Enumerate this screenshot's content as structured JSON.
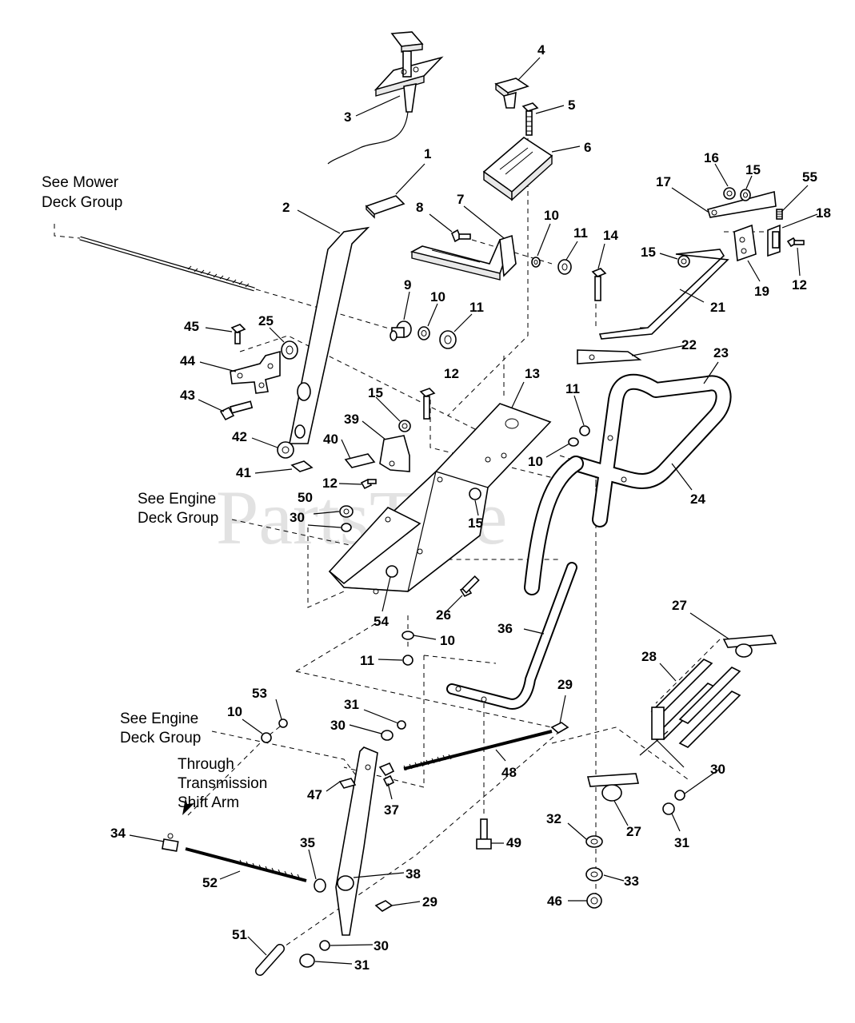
{
  "watermark": "PartsTree",
  "notes": {
    "mower_deck_1": "See Mower",
    "mower_deck_2": "Deck Group",
    "engine_deck_a1": "See Engine",
    "engine_deck_a2": "Deck Group",
    "engine_deck_b1": "See Engine",
    "engine_deck_b2": "Deck Group",
    "trans_1": "Through",
    "trans_2": "Transmission",
    "trans_3": "Shift Arm"
  },
  "labels": [
    {
      "id": "l1",
      "text": "1"
    },
    {
      "id": "l2",
      "text": "2"
    },
    {
      "id": "l3",
      "text": "3"
    },
    {
      "id": "l4",
      "text": "4"
    },
    {
      "id": "l5",
      "text": "5"
    },
    {
      "id": "l6",
      "text": "6"
    },
    {
      "id": "l7",
      "text": "7"
    },
    {
      "id": "l8",
      "text": "8"
    },
    {
      "id": "l9",
      "text": "9"
    },
    {
      "id": "l10a",
      "text": "10"
    },
    {
      "id": "l11a",
      "text": "11"
    },
    {
      "id": "l10b",
      "text": "10"
    },
    {
      "id": "l11b",
      "text": "11"
    },
    {
      "id": "l12a",
      "text": "12"
    },
    {
      "id": "l13",
      "text": "13"
    },
    {
      "id": "l14",
      "text": "14"
    },
    {
      "id": "l15a",
      "text": "15"
    },
    {
      "id": "l16",
      "text": "16"
    },
    {
      "id": "l15b",
      "text": "15"
    },
    {
      "id": "l17",
      "text": "17"
    },
    {
      "id": "l55",
      "text": "55"
    },
    {
      "id": "l18",
      "text": "18"
    },
    {
      "id": "l15c",
      "text": "15"
    },
    {
      "id": "l19",
      "text": "19"
    },
    {
      "id": "l12b",
      "text": "12"
    },
    {
      "id": "l21",
      "text": "21"
    },
    {
      "id": "l22",
      "text": "22"
    },
    {
      "id": "l23",
      "text": "23"
    },
    {
      "id": "l24",
      "text": "24"
    },
    {
      "id": "l11c",
      "text": "11"
    },
    {
      "id": "l10c",
      "text": "10"
    },
    {
      "id": "l45",
      "text": "45"
    },
    {
      "id": "l25",
      "text": "25"
    },
    {
      "id": "l44",
      "text": "44"
    },
    {
      "id": "l43",
      "text": "43"
    },
    {
      "id": "l42",
      "text": "42"
    },
    {
      "id": "l41",
      "text": "41"
    },
    {
      "id": "l39",
      "text": "39"
    },
    {
      "id": "l40",
      "text": "40"
    },
    {
      "id": "l12c",
      "text": "12"
    },
    {
      "id": "l50",
      "text": "50"
    },
    {
      "id": "l30a",
      "text": "30"
    },
    {
      "id": "l15d",
      "text": "15"
    },
    {
      "id": "l54",
      "text": "54"
    },
    {
      "id": "l26",
      "text": "26"
    },
    {
      "id": "l10d",
      "text": "10"
    },
    {
      "id": "l11d",
      "text": "11"
    },
    {
      "id": "l36",
      "text": "36"
    },
    {
      "id": "l27a",
      "text": "27"
    },
    {
      "id": "l28",
      "text": "28"
    },
    {
      "id": "l29a",
      "text": "29"
    },
    {
      "id": "l53",
      "text": "53"
    },
    {
      "id": "l10e",
      "text": "10"
    },
    {
      "id": "l31a",
      "text": "31"
    },
    {
      "id": "l30b",
      "text": "30"
    },
    {
      "id": "l48",
      "text": "48"
    },
    {
      "id": "l47",
      "text": "47"
    },
    {
      "id": "l37",
      "text": "37"
    },
    {
      "id": "l30c",
      "text": "30"
    },
    {
      "id": "l31b",
      "text": "31"
    },
    {
      "id": "l34",
      "text": "34"
    },
    {
      "id": "l35",
      "text": "35"
    },
    {
      "id": "l49",
      "text": "49"
    },
    {
      "id": "l32",
      "text": "32"
    },
    {
      "id": "l27b",
      "text": "27"
    },
    {
      "id": "l52",
      "text": "52"
    },
    {
      "id": "l38",
      "text": "38"
    },
    {
      "id": "l33",
      "text": "33"
    },
    {
      "id": "l29b",
      "text": "29"
    },
    {
      "id": "l46",
      "text": "46"
    },
    {
      "id": "l51",
      "text": "51"
    },
    {
      "id": "l30d",
      "text": "30"
    },
    {
      "id": "l31c",
      "text": "31"
    }
  ]
}
